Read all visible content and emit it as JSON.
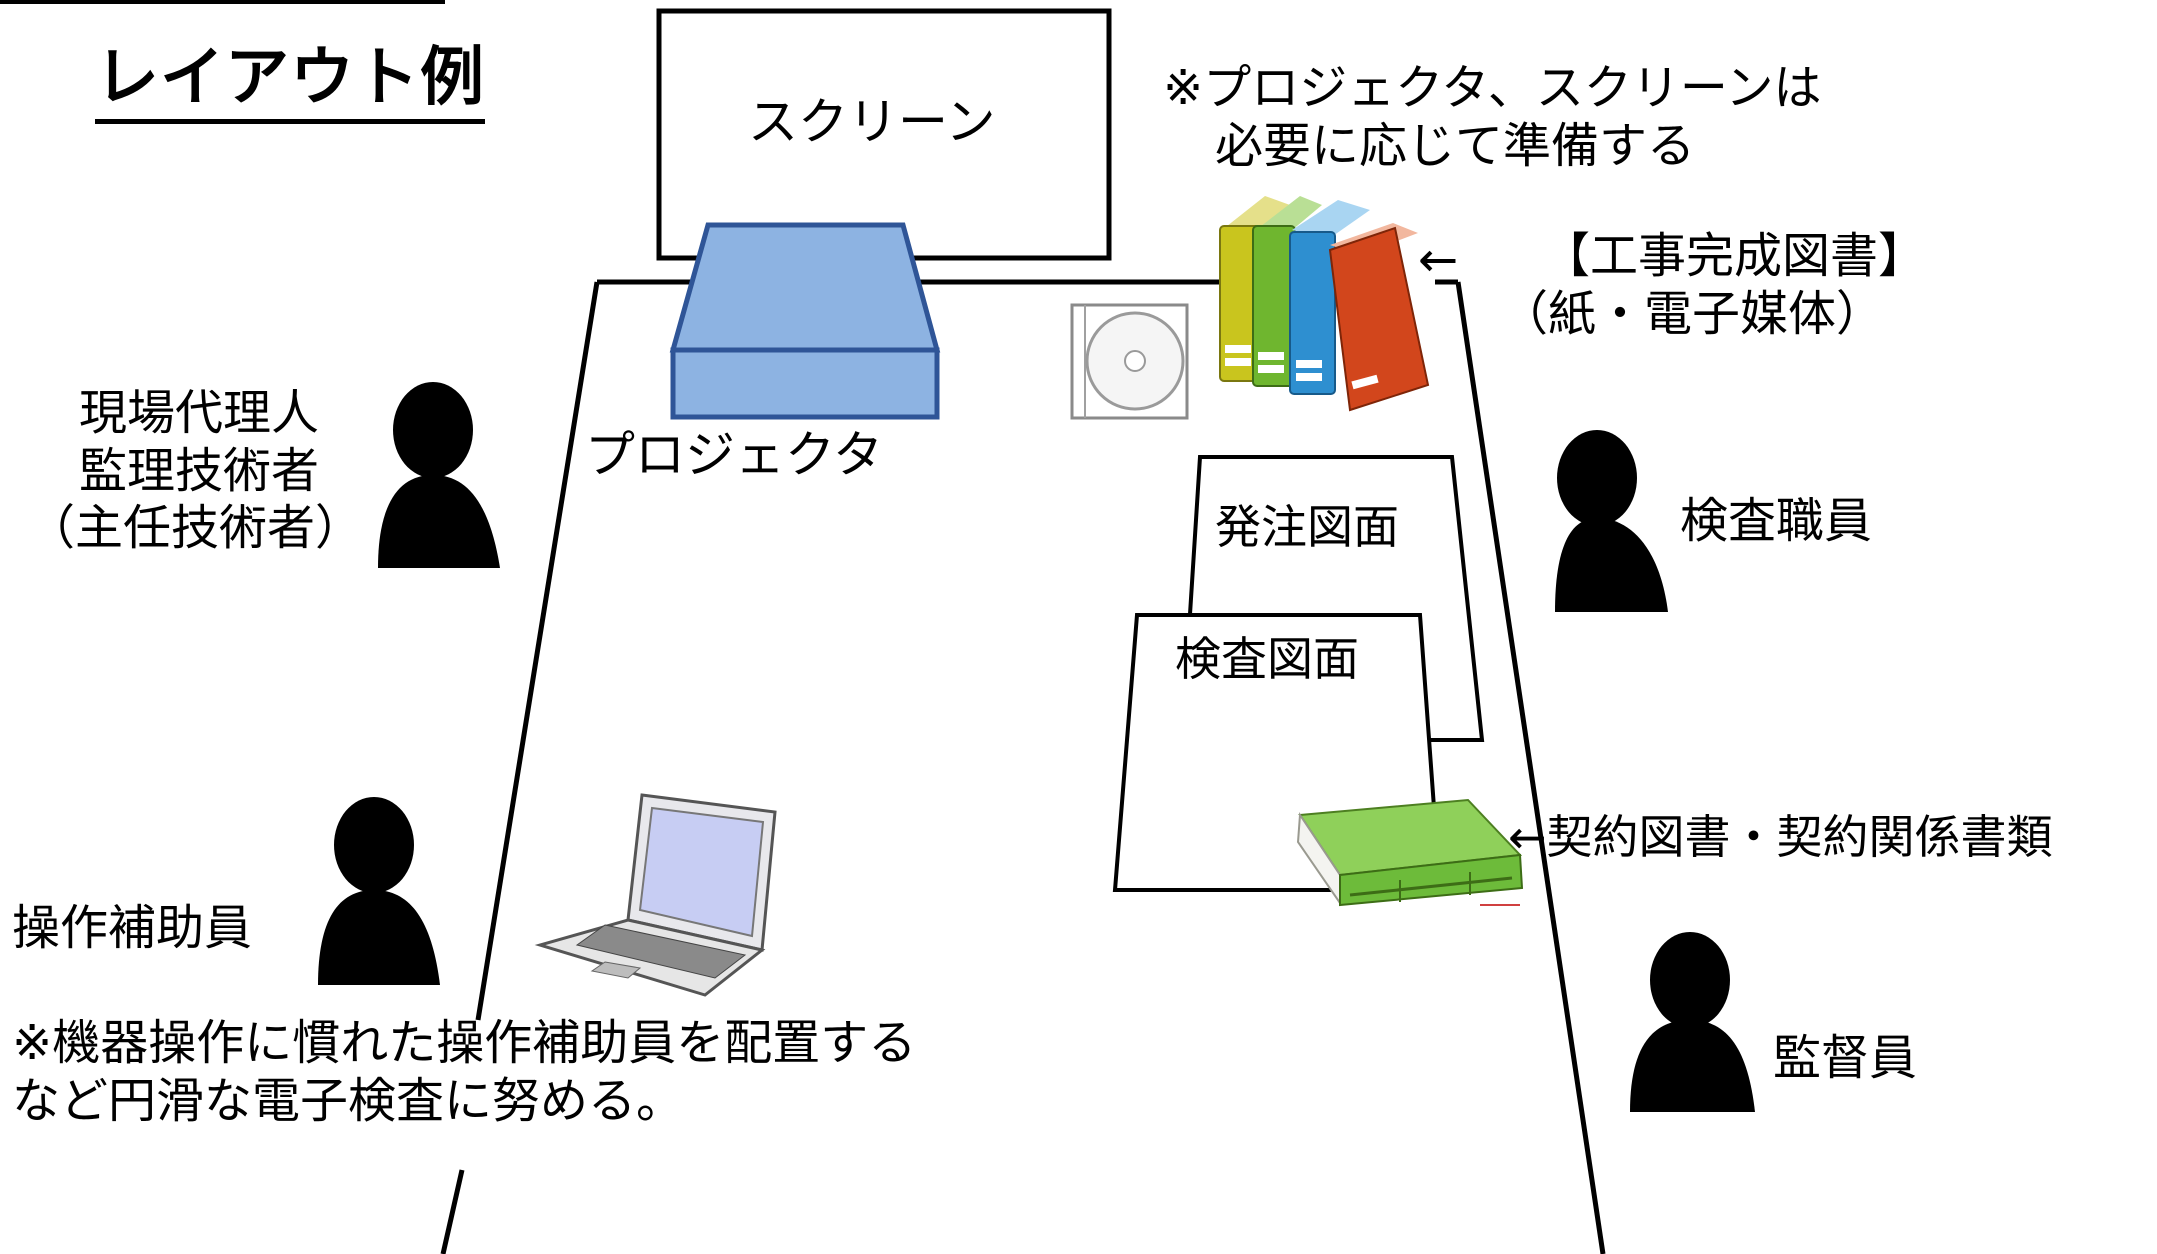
{
  "title": "レイアウト例",
  "screen": {
    "label": "スクリーン"
  },
  "note_top": {
    "line1": "※プロジェクタ、スクリーンは",
    "line2": "必要に応じて準備する"
  },
  "books": {
    "line1": "【工事完成図書】",
    "line2": "（紙・電子媒体）",
    "arrow": "←"
  },
  "projector": {
    "label": "プロジェクタ"
  },
  "left_people": {
    "line1": "現場代理人",
    "line2": "監理技術者",
    "line3": "（主任技術者）"
  },
  "operator": {
    "label": "操作補助員"
  },
  "note_bottom": {
    "line1": "※機器操作に慣れた操作補助員を配置する",
    "line2": "など円滑な電子検査に努める。"
  },
  "inspector": {
    "label": "検査職員"
  },
  "supervisor": {
    "label": "監督員"
  },
  "drawings": {
    "order": "発注図面",
    "inspection": "検査図面"
  },
  "contract": {
    "label": "←契約図書・契約関係書類"
  },
  "colors": {
    "projector_fill": "#8db3e2",
    "projector_stroke": "#2f5597",
    "book_yellow": "#c9c51e",
    "book_green": "#6fb62f",
    "book_blue": "#2e8fd0",
    "book_red": "#d2461c",
    "contract_book": "#6dbb3a",
    "person": "#000000"
  },
  "icons": [
    "person-icon",
    "projector-icon",
    "laptop-icon",
    "cd-case-icon",
    "books-icon",
    "green-book-icon"
  ]
}
